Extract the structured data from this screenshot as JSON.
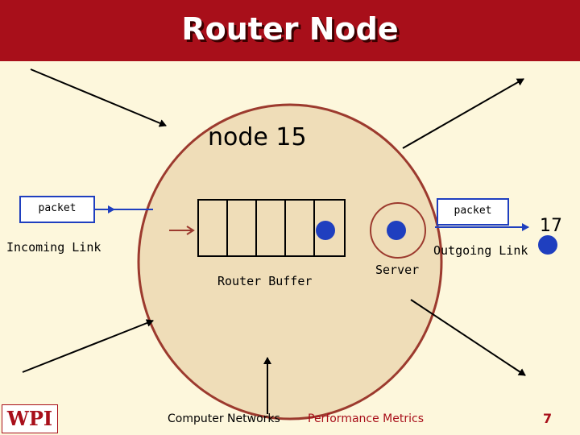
{
  "title": "Router Node",
  "node_label": "node 15",
  "labels": {
    "packet_in": "packet",
    "packet_out": "packet",
    "incoming_link": "Incoming Link",
    "outgoing_link": "Outgoing Link",
    "router_buffer": "Router Buffer",
    "server": "Server",
    "next_node": "17"
  },
  "footer": {
    "logo": "WPI",
    "course": "Computer Networks",
    "topic": "Performance Metrics",
    "page": "7"
  },
  "colors": {
    "title_bar": "#a80f1a",
    "node_fill": "#efddb8",
    "node_stroke": "#9c3a2e",
    "packet_fill": "#1f3fbf",
    "footer_topic": "#a80f1a"
  }
}
